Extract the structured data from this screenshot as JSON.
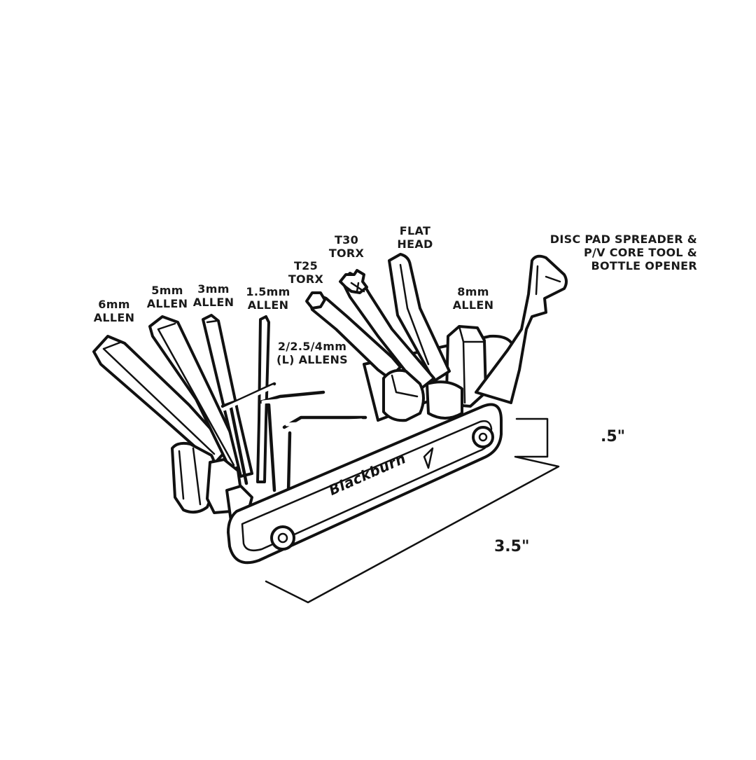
{
  "labels": {
    "allen_6mm": {
      "line1": "6mm",
      "line2": "ALLEN"
    },
    "allen_5mm": {
      "line1": "5mm",
      "line2": "ALLEN"
    },
    "allen_3mm": {
      "line1": "3mm",
      "line2": "ALLEN"
    },
    "allen_1_5mm": {
      "line1": "1.5mm",
      "line2": "ALLEN"
    },
    "l_allens": {
      "line1": "2/2.5/4mm",
      "line2": "(L) ALLENS"
    },
    "torx_t25": {
      "line1": "T25",
      "line2": "TORX"
    },
    "torx_t30": {
      "line1": "T30",
      "line2": "TORX"
    },
    "flat_head": {
      "line1": "FLAT",
      "line2": "HEAD"
    },
    "allen_8mm": {
      "line1": "8mm",
      "line2": "ALLEN"
    },
    "disc_pad": {
      "line1": "DISC PAD SPREADER &",
      "line2": "P/V CORE TOOL &",
      "line3": "BOTTLE OPENER"
    }
  },
  "dimensions": {
    "height": ".5\"",
    "length": "3.5\""
  },
  "brand": "Blackburn",
  "colors": {
    "line": "#111111",
    "background": "#ffffff"
  }
}
